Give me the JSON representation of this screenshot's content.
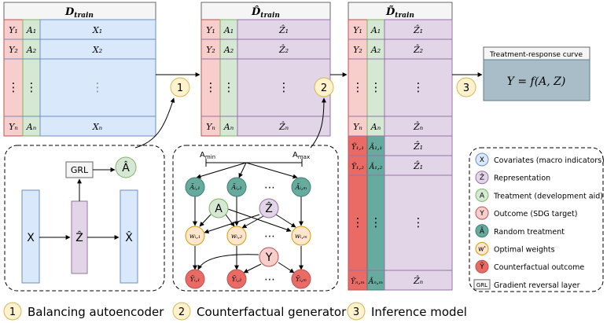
{
  "tables": {
    "t1": {
      "title": "D",
      "title_sub": "train",
      "rows": [
        {
          "y": "Y₁",
          "a": "A₁",
          "x": "X₁"
        },
        {
          "y": "Y₂",
          "a": "A₂",
          "x": "X₂"
        },
        {
          "y": "⋮",
          "a": "⋮",
          "x": "⋮"
        },
        {
          "y": "Yₙ",
          "a": "Aₙ",
          "x": "Xₙ"
        }
      ]
    },
    "t2": {
      "title": "D̂",
      "title_sub": "train",
      "rows": [
        {
          "y": "Y₁",
          "a": "A₁",
          "x": "Ẑ₁"
        },
        {
          "y": "Y₂",
          "a": "A₂",
          "x": "Ẑ₂"
        },
        {
          "y": "⋮",
          "a": "⋮",
          "x": "⋮"
        },
        {
          "y": "Yₙ",
          "a": "Aₙ",
          "x": "Ẑₙ"
        }
      ]
    },
    "t3": {
      "title": "D̃",
      "title_sub": "train",
      "rows": [
        {
          "y": "Y₁",
          "a": "A₁",
          "x": "Ẑ₁"
        },
        {
          "y": "Y₂",
          "a": "A₂",
          "x": "Ẑ₂"
        },
        {
          "y": "⋮",
          "a": "⋮",
          "x": "⋮"
        },
        {
          "y": "Yₙ",
          "a": "Aₙ",
          "x": "Ẑₙ"
        },
        {
          "y": "Ỹ₁,₁",
          "a": "Ã₁,₁",
          "x": "Ẑ₁"
        },
        {
          "y": "Ỹ₁,₂",
          "a": "Ã₁,₂",
          "x": "Ẑ₁"
        },
        {
          "y": "⋮",
          "a": "⋮",
          "x": "⋮"
        },
        {
          "y": "Ỹₙ,ₘ",
          "a": "Ãₙ,ₘ",
          "x": "Ẑₙ"
        }
      ]
    }
  },
  "steps": [
    {
      "num": "1",
      "label": "Balancing autoencoder"
    },
    {
      "num": "2",
      "label": "Counterfactual generator"
    },
    {
      "num": "3",
      "label": "Inference model"
    }
  ],
  "autoencoder": {
    "x": "X",
    "z": "Ẑ",
    "xhat": "X̂",
    "grl": "GRL",
    "ahat": "Â"
  },
  "generator": {
    "amin": "A",
    "amin_sub": "min",
    "amax": "A",
    "amax_sub": "max",
    "a_rand": [
      "Ãᵢ,₁",
      "Ãᵢ,₂",
      "Ãᵢ,ₘ"
    ],
    "a": "A",
    "z": "Ẑ",
    "weights": [
      "wᵢ,₁",
      "wᵢ,₂",
      "wᵢ,ₘ"
    ],
    "y": "Y",
    "y_cf": [
      "Ỹᵢ,₁",
      "Ỹᵢ,₂",
      "Ỹᵢ,ₘ"
    ],
    "dots": "⋯"
  },
  "curve": {
    "title": "Treatment-response curve",
    "formula": "Y = f(A, Z)"
  },
  "legend": [
    {
      "sym": "X",
      "label": "Covariates (macro indicators)",
      "color": "#dae8fc",
      "stroke": "#6c8ebf"
    },
    {
      "sym": "Ẑ",
      "label": "Representation",
      "color": "#e1d5e7",
      "stroke": "#9673a6"
    },
    {
      "sym": "A",
      "label": "Treatment (development aid)",
      "color": "#d5e8d4",
      "stroke": "#82b366"
    },
    {
      "sym": "Y",
      "label": "Outcome (SDG target)",
      "color": "#f8cecc",
      "stroke": "#b85450"
    },
    {
      "sym": "Ã",
      "label": "Random treatment",
      "color": "#67ab9f",
      "stroke": "#3f7f73"
    },
    {
      "sym": "w'",
      "label": "Optimal weights",
      "color": "#ffe6cc",
      "stroke": "#d79b00"
    },
    {
      "sym": "Ỹ",
      "label": "Counterfactual outcome",
      "color": "#ea6b66",
      "stroke": "#b85450"
    },
    {
      "sym": "GRL",
      "label": "Gradient reversal layer",
      "color": "#f5f5f5",
      "stroke": "#666666"
    }
  ]
}
